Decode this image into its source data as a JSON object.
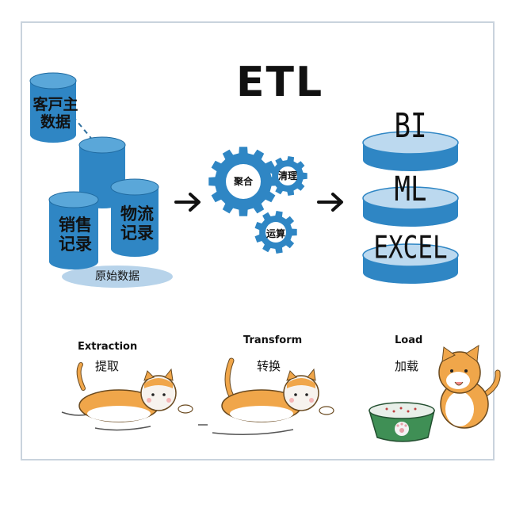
{
  "title": "ETL",
  "sources": {
    "customer": "客戸主数据",
    "sales": "销售记录",
    "logistics": "物流记录",
    "raw_label": "原始数据"
  },
  "gears": {
    "aggregate": "聚合",
    "clean": "清理",
    "compute": "运算"
  },
  "destinations": [
    "BI",
    "ML",
    "EXCEL"
  ],
  "steps": [
    {
      "en": "Extraction",
      "cn": "提取"
    },
    {
      "en": "Transform",
      "cn": "转换"
    },
    {
      "en": "Load",
      "cn": "加载"
    }
  ],
  "colors": {
    "db_blue": "#2f86c4",
    "db_top": "#5aa7d9",
    "gear_blue": "#2f86c4",
    "raw_pill": "#b7d3ea",
    "bowl_green": "#3f8f55",
    "cat_orange": "#f0a64a"
  }
}
